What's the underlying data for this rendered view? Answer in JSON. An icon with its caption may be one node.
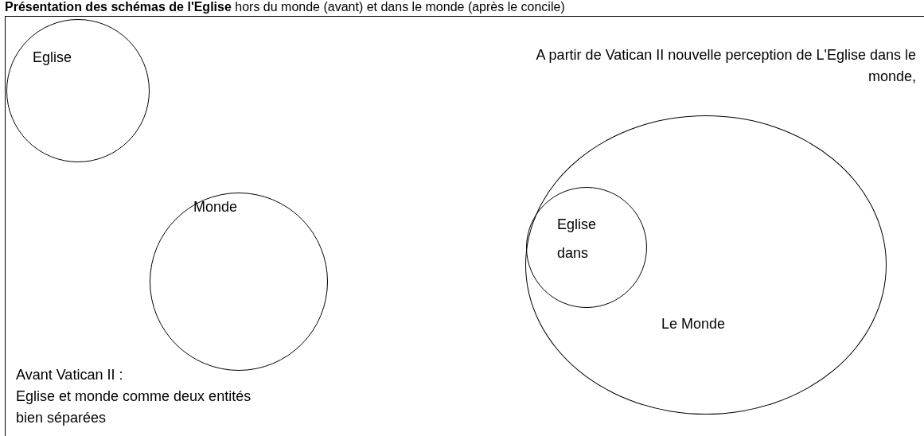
{
  "diagram": {
    "title": "**Présentation des schémas de l'Eglise** hors du monde (avant) et dans le monde (après le concile)",
    "nodes": [
      {
        "text": [
          "Eglise"
        ]
      },
      {
        "text": [
          "Monde"
        ]
      },
      {
        "text": [
          "Le Monde"
        ]
      },
      {
        "text": [
          "Eglise dans"
        ],
        "in": 2
      }
    ],
    "labels": [
      "A partir de Vatican II nouvelle perception de L'Eglise dans le monde,",
      "Avant Vatican II :",
      "Eglise et monde comme deux entités bien séparées"
    ]
  }
}
